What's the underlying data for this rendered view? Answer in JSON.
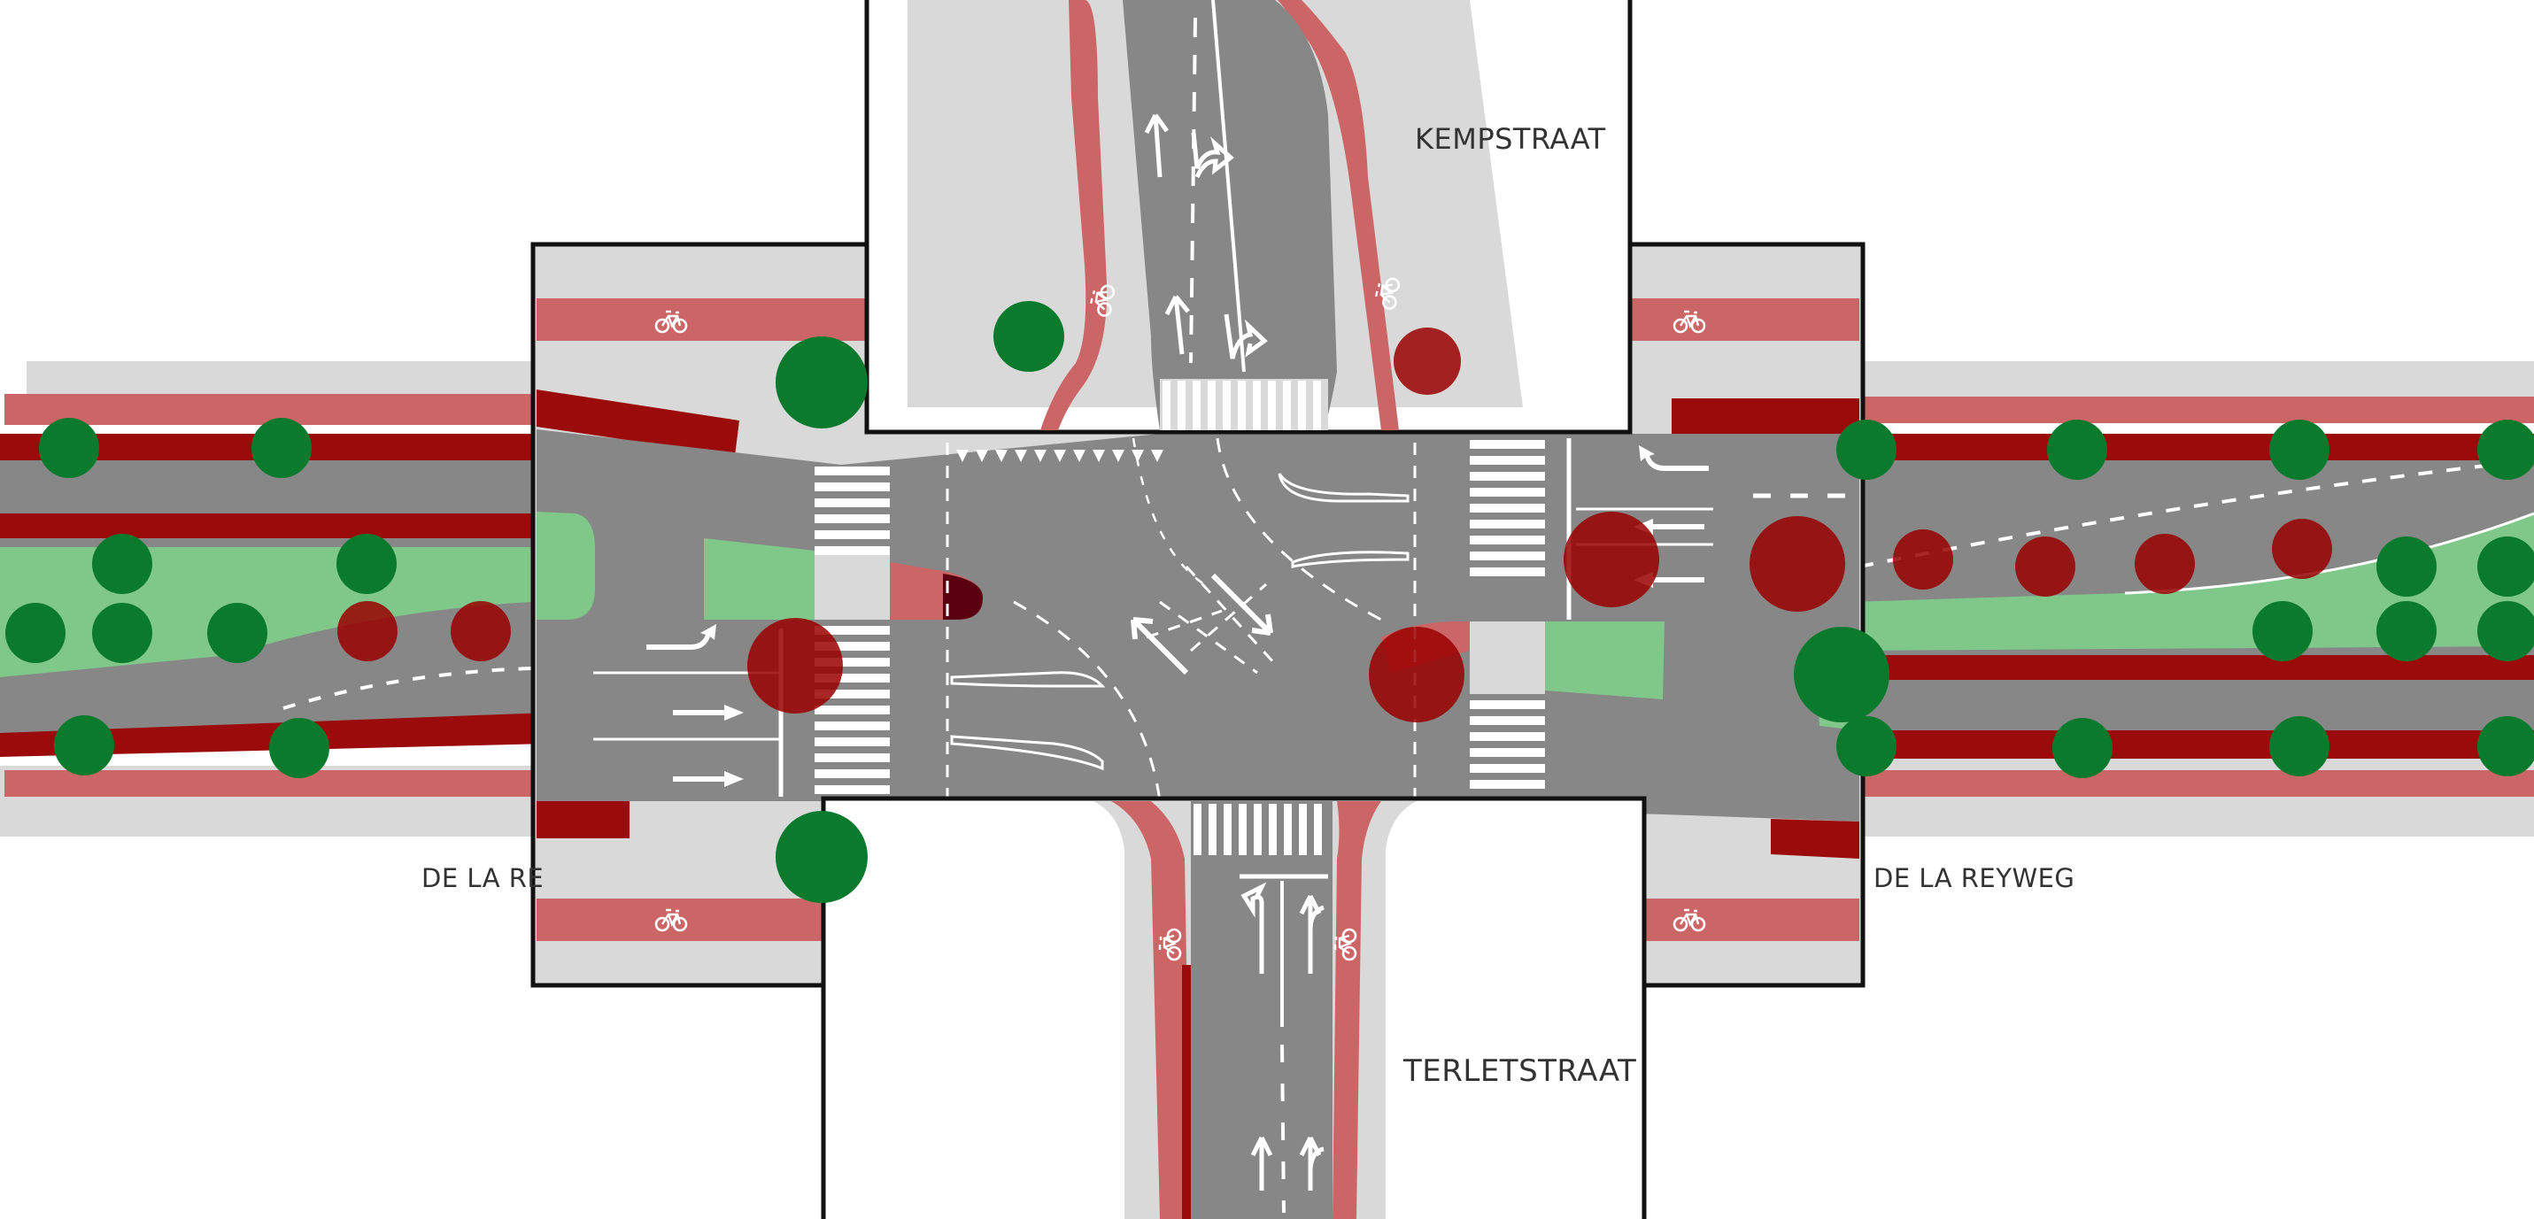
{
  "streets": {
    "north": "KEMPSTRAAT",
    "south": "TERLETSTRAAT",
    "west": "DE LA RE",
    "east": "DE LA REYWEG"
  },
  "icons": {
    "cycle_symbol": "bicycle-icon",
    "lane_arrow": "lane-arrow-icon",
    "tree": "tree-icon"
  },
  "colors": {
    "road": "#878787",
    "sidewalk": "#d9d9d9",
    "cycle_path": "#cc6666",
    "parking_strip": "#9c0b0b",
    "median_green": "#80c78a",
    "tree_green": "#0a7a2c",
    "tree_removed": "#990000",
    "marking": "#ffffff",
    "frame": "#111111"
  }
}
